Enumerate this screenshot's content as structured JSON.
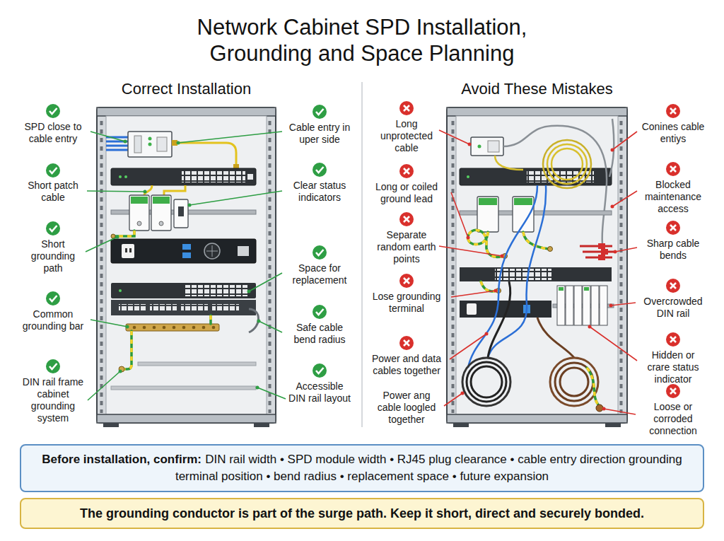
{
  "diagram": {
    "title": "Network Cabinet SPD Installation, Grounding and Space Planning",
    "nodes": [
      {
        "text": [
          "Correct Installation"
        ]
      },
      {
        "text": [
          "Avoid These Mistakes"
        ]
      },
      {
        "text": [
          "Before installation, confirm:",
          "DIN rail width • SPD module width • RJ45 plug clearance • cable entry direction grounding terminal position • bend radius • replacement space • future expansion"
        ]
      },
      {
        "text": [
          "The grounding conductor is part of the surge path. Keep it short, direct and securely bonded."
        ]
      }
    ],
    "labels": [
      "SPD close to cable entry",
      "Short patch cable",
      "Short grounding path",
      "Common grounding bar",
      "DIN rail frame cabinet grounding system",
      "Cable entry in uper side",
      "Clear status indicators",
      "Space for replacement",
      "Safe cable bend radius",
      "Accessible DIN rail layout",
      "Long unprotected cable",
      "Long or coiled ground lead",
      "Separate random earth points",
      "Lose grounding terminal",
      "Power and data cables together",
      "Power ang cable loogled together",
      "Conines cable entiys",
      "Blocked maintenance access",
      "Sharp cable bends",
      "Overcrowded DIN rail",
      "Hidden or crare status indicator",
      "Loose or corroded connection"
    ]
  }
}
